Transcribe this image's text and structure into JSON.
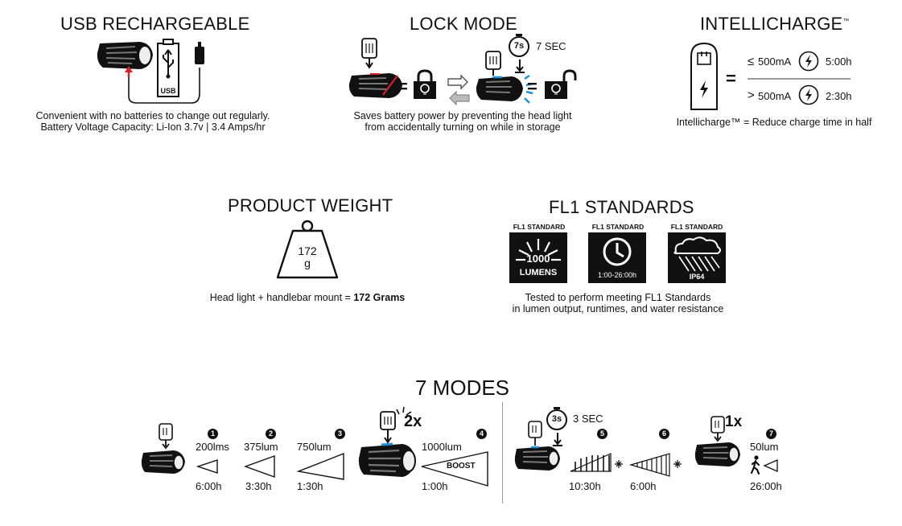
{
  "usb": {
    "title": "USB RECHARGEABLE",
    "battery_label": "USB",
    "caption_line1": "Convenient with no batteries to change out regularly.",
    "caption_line2": "Battery Voltage Capacity: Li-Ion 3.7v | 3.4 Amps/hr"
  },
  "lock": {
    "title": "LOCK MODE",
    "timer_badge": "7s",
    "timer_label": "7 SEC",
    "equals": "=",
    "caption_line1": "Saves battery power by preventing the head light",
    "caption_line2": "from accidentally turning on while in storage"
  },
  "intellicharge": {
    "title": "INTELLICHARGE",
    "trademark": "™",
    "equals": "=",
    "row1_op": "≤",
    "row1_current": "500mA",
    "row1_time": "5:00h",
    "row2_op": ">",
    "row2_current": "500mA",
    "row2_time": "2:30h",
    "caption": "Intellicharge™ = Reduce charge time in half"
  },
  "weight": {
    "title": "PRODUCT WEIGHT",
    "value": "172",
    "unit": "g",
    "caption_prefix": "Head light + handlebar mount = ",
    "caption_bold": "172 Grams"
  },
  "fl1": {
    "title": "FL1 STANDARDS",
    "badges": [
      {
        "header": "FL1 STANDARD",
        "big": "1000",
        "sub": "LUMENS"
      },
      {
        "header": "FL1 STANDARD",
        "sub": "1:00-26:00h"
      },
      {
        "header": "FL1 STANDARD",
        "sub": "IP64"
      }
    ],
    "caption_line1": "Tested to perform meeting FL1 Standards",
    "caption_line2": "in lumen output, runtimes, and water resistance"
  },
  "modes": {
    "title": "7 MODES",
    "press2x": "2x",
    "press1x": "1x",
    "hold_badge": "3s",
    "hold_label": "3 SEC",
    "boost": "BOOST",
    "items": [
      {
        "num": "1",
        "lumens": "200lms",
        "time": "6:00h"
      },
      {
        "num": "2",
        "lumens": "375lum",
        "time": "3:30h"
      },
      {
        "num": "3",
        "lumens": "750lum",
        "time": "1:30h"
      },
      {
        "num": "4",
        "lumens": "1000lum",
        "time": "1:00h"
      },
      {
        "num": "5",
        "lumens": "",
        "time": "10:30h"
      },
      {
        "num": "6",
        "lumens": "",
        "time": "6:00h"
      },
      {
        "num": "7",
        "lumens": "50lum",
        "time": "26:00h"
      }
    ]
  },
  "colors": {
    "ink": "#111111",
    "accent_red": "#d6232a",
    "accent_blue": "#1f8fd8",
    "divider": "#999999"
  }
}
